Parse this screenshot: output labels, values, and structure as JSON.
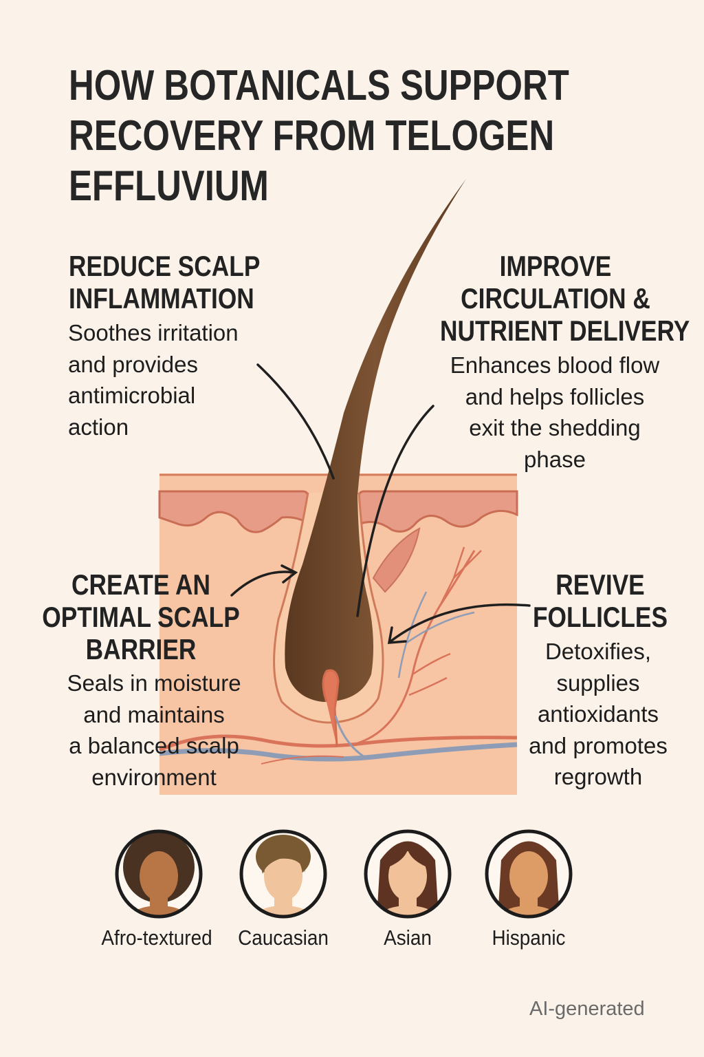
{
  "title": [
    "HOW BOTANICALS SUPPORT",
    "RECOVERY FROM TELOGEN",
    "EFFLUVIUM"
  ],
  "benefits": {
    "inflammation": {
      "heading": [
        "REDUCE SCALP",
        "INFLAMMATION"
      ],
      "body": [
        "Soothes irritation",
        "and provides",
        "antimicrobial",
        "action"
      ]
    },
    "circulation": {
      "heading": [
        "IMPROVE",
        "CIRCULATION &",
        "NUTRIENT DELIVERY"
      ],
      "body": [
        "Enhances blood flow",
        "and helps follicles",
        "exit the shedding",
        "phase"
      ]
    },
    "barrier": {
      "heading": [
        "CREATE AN",
        "OPTIMAL SCALP",
        "BARRIER"
      ],
      "body": [
        "Seals in moisture",
        "and maintains",
        "a balanced scalp",
        "environment"
      ]
    },
    "follicles": {
      "heading": [
        "REVIVE",
        "FOLLICLES"
      ],
      "body": [
        "Detoxifies,",
        "supplies",
        "antioxidants",
        "and promotes",
        "regrowth"
      ]
    }
  },
  "hair_types": [
    {
      "label": "Afro-textured",
      "hair": "#4a3222",
      "skin": "#b87646"
    },
    {
      "label": "Caucasian",
      "hair": "#7a5a33",
      "skin": "#f0c49c"
    },
    {
      "label": "Asian",
      "hair": "#5e3322",
      "skin": "#f1c29a"
    },
    {
      "label": "Hispanic",
      "hair": "#6b3a24",
      "skin": "#dd9c66"
    }
  ],
  "watermark": "AI-generated",
  "colors": {
    "background": "#fbf3ea",
    "skin": "#f7c3a3",
    "hair": "#6e4628",
    "vessel": "#d9735a",
    "vein": "#8fa0b8"
  }
}
